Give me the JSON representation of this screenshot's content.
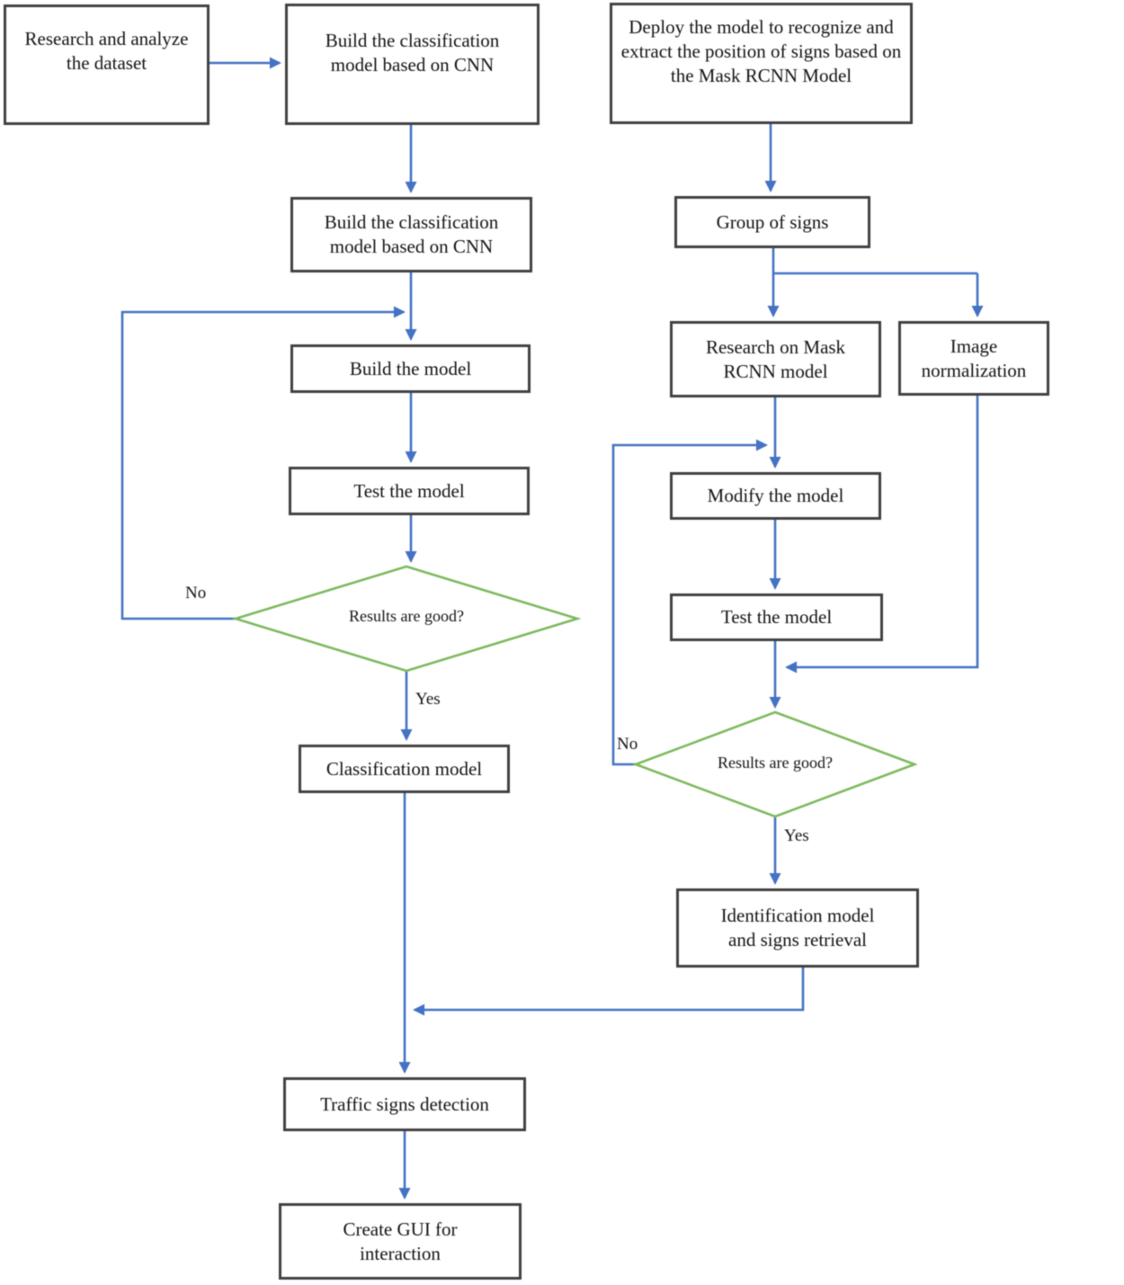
{
  "figure": {
    "type": "flowchart",
    "description": "Two-branch development flowchart: CNN classification model branch and Mask RCNN detection branch merging into traffic signs detection",
    "colors": {
      "arrow_blue": "#4472c4",
      "decision_green": "#7cba5d",
      "box_border": "#404040",
      "text": "#141414",
      "background": "#ffffff"
    }
  },
  "nodes": {
    "n1": {
      "shape": "rect",
      "label": "Research and analyze the dataset"
    },
    "n2": {
      "shape": "rect",
      "label": "Build the classification model based on CNN"
    },
    "n3": {
      "shape": "rect",
      "label": "Build the classification model based on CNN"
    },
    "n4": {
      "shape": "rect",
      "label": "Build the model"
    },
    "n5": {
      "shape": "rect",
      "label": "Test the model"
    },
    "d1": {
      "shape": "diamond",
      "label": "Results are good?"
    },
    "n6": {
      "shape": "rect",
      "label": "Classification model"
    },
    "n7": {
      "shape": "rect",
      "label": "Traffic signs detection"
    },
    "n8": {
      "shape": "rect",
      "label": "Create GUI for interaction"
    },
    "m1": {
      "shape": "rect",
      "label": "Deploy the model to recognize and extract the position of signs based on the Mask RCNN Model"
    },
    "m2": {
      "shape": "rect",
      "label": "Group of signs"
    },
    "m3": {
      "shape": "rect",
      "label": "Research on Mask RCNN model"
    },
    "m4": {
      "shape": "rect",
      "label": "Image normalization"
    },
    "m5": {
      "shape": "rect",
      "label": "Modify the model"
    },
    "m6": {
      "shape": "rect",
      "label": "Test the model"
    },
    "d2": {
      "shape": "diamond",
      "label": "Results are good?"
    },
    "m7": {
      "shape": "rect",
      "label": "Identification model and signs retrieval"
    }
  },
  "edge_labels": {
    "d1_yes": "Yes",
    "d1_no": "No",
    "d2_yes": "Yes",
    "d2_no": "No"
  }
}
